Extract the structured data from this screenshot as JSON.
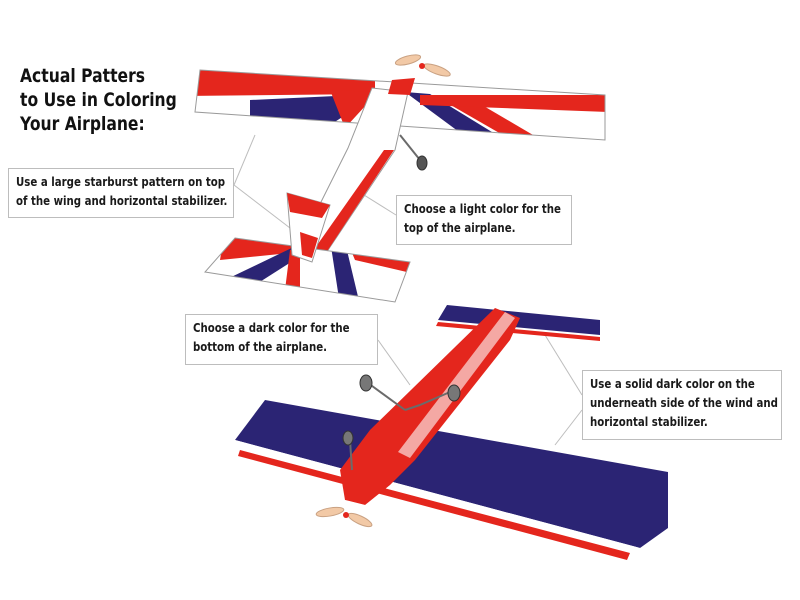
{
  "title": {
    "lines": [
      "Actual Patters",
      "to Use in Coloring",
      "Your Airplane:"
    ]
  },
  "callouts": {
    "starburst": {
      "lines": [
        "Use a large starburst pattern on top",
        "of the wing and horizontal stabilizer."
      ]
    },
    "light_top": {
      "lines": [
        "Choose a light color for the",
        "top of the airplane."
      ]
    },
    "dark_bottom": {
      "lines": [
        "Choose a dark  color for the",
        "bottom of the airplane."
      ]
    },
    "solid_underside": {
      "lines": [
        "Use a solid dark color on the",
        "underneath side of the wind and",
        "horizontal stabilizer."
      ]
    }
  },
  "colors": {
    "red": "#e4261d",
    "navy": "#2b2474",
    "white": "#ffffff",
    "outline": "#9a9a9a",
    "propeller": "#f2c9a6",
    "gear": "#6b6b6b"
  }
}
